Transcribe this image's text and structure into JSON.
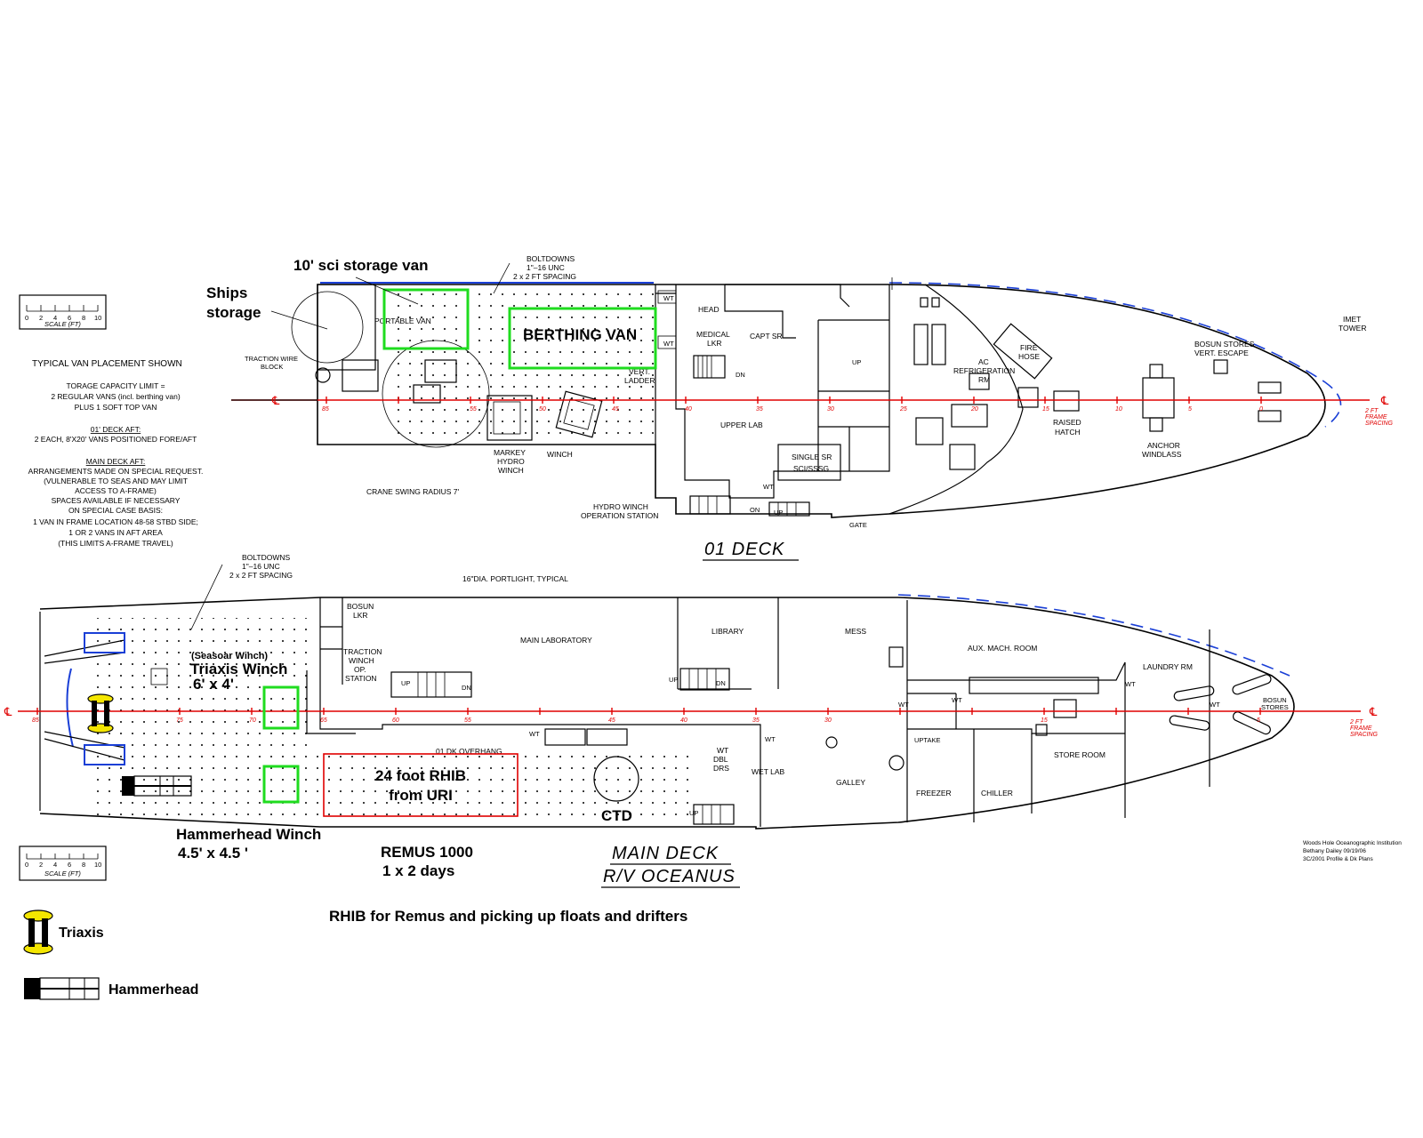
{
  "annotations": {
    "sci_storage_van": "10' sci storage van",
    "ships_storage_1": "Ships",
    "ships_storage_2": "storage",
    "berthing_van": "BERTHING VAN",
    "seasoar_winch": "(Seasoar Winch)",
    "triaxis_winch": "Triaxis Winch",
    "triaxis_size": "6' x 4'",
    "rhib_1": "24 foot RHIB",
    "rhib_2": "from URI",
    "ctd": "CTD",
    "hammerhead_winch": "Hammerhead Winch",
    "hammerhead_size": "4.5' x 4.5 '",
    "remus_1": "REMUS 1000",
    "remus_2": "1 x 2 days",
    "rhib_purpose": "RHIB for Remus and picking up floats and drifters"
  },
  "legend": {
    "triaxis": "Triaxis",
    "hammerhead": "Hammerhead"
  },
  "scale_bar": {
    "ticks": [
      "0",
      "2",
      "4",
      "6",
      "8",
      "10"
    ],
    "label": "SCALE (FT)"
  },
  "notes": {
    "van_placement": "TYPICAL VAN PLACEMENT SHOWN",
    "lines": [
      "TORAGE CAPACITY LIMIT =",
      "2 REGULAR VANS (incl. berthing van)",
      "PLUS 1 SOFT TOP VAN",
      "01' DECK AFT:",
      "2 EACH, 8'X20' VANS POSITIONED FORE/AFT",
      "MAIN DECK AFT:",
      "ARRANGEMENTS MADE ON SPECIAL REQUEST.",
      "(VULNERABLE TO SEAS AND MAY LIMIT",
      "ACCESS TO A-FRAME)",
      "SPACES AVAILABLE IF NECESSARY",
      "ON SPECIAL CASE BASIS:",
      "1 VAN IN FRAME LOCATION 48-58 STBD SIDE;",
      "1 OR 2 VANS IN AFT AREA",
      "(THIS LIMITS A-FRAME TRAVEL)"
    ]
  },
  "deck01": {
    "title": "01  DECK",
    "boltdowns": [
      "BOLTDOWNS",
      "1\"–16 UNC",
      "2 x 2 FT SPACING"
    ],
    "labels": {
      "portable_van": "PORTABLE VAN",
      "traction_wire_1": "TRACTION WIRE",
      "traction_wire_2": "BLOCK",
      "crane_swing": "CRANE SWING RADIUS 7'",
      "markey_1": "MARKEY",
      "markey_2": "HYDRO",
      "markey_3": "WINCH",
      "winch": "WINCH",
      "hydro_station_1": "HYDRO WINCH",
      "hydro_station_2": "OPERATION STATION",
      "vert_ladder_1": "VERT.",
      "vert_ladder_2": "LADDER",
      "head": "HEAD",
      "medical_1": "MEDICAL",
      "medical_2": "LKR",
      "capt_sr": "CAPT SR",
      "upper_lab": "UPPER LAB",
      "single_sr_1": "SINGLE SR",
      "single_sr_2": "SCI/SSSG",
      "ac_ref_1": "AC",
      "ac_ref_2": "REFRIGERATION",
      "ac_ref_3": "RM",
      "fire_hose_1": "FIRE",
      "fire_hose_2": "HOSE",
      "raised_hatch_1": "RAISED",
      "raised_hatch_2": "HATCH",
      "bosun_stores_1": "BOSUN STORES",
      "bosun_stores_2": "VERT. ESCAPE",
      "anchor_1": "ANCHOR",
      "anchor_2": "WINDLASS",
      "imet_1": "IMET",
      "imet_2": "TOWER",
      "up": "UP",
      "dn": "DN",
      "on": "ON",
      "wt": "WT",
      "gate": "GATE",
      "frame_spacing_1": "2 FT",
      "frame_spacing_2": "FRAME",
      "frame_spacing_3": "SPACING",
      "centerline": "℄"
    },
    "frames": [
      "85",
      "65",
      "55",
      "50",
      "45",
      "40",
      "35",
      "30",
      "25",
      "20",
      "15",
      "10",
      "5",
      "0"
    ]
  },
  "main_deck": {
    "title_1": "MAIN  DECK",
    "title_2": "R/V OCEANUS",
    "boltdowns": [
      "BOLTDOWNS",
      "1\"–16 UNC",
      "2 x 2 FT SPACING"
    ],
    "portlight": "16\"DIA. PORTLIGHT, TYPICAL",
    "labels": {
      "bosun_lkr_1": "BOSUN",
      "bosun_lkr_2": "LKR",
      "traction_1": "TRACTION",
      "traction_2": "WINCH",
      "traction_3": "OP.",
      "traction_4": "STATION",
      "main_lab": "MAIN LABORATORY",
      "library": "LIBRARY",
      "mess": "MESS",
      "aux_mach": "AUX. MACH. ROOM",
      "laundry": "LAUNDRY RM",
      "bosun_stores_1": "BOSUN",
      "bosun_stores_2": "STORES",
      "overhang": "01 DK OVERHANG",
      "wt_dbl_1": "WT",
      "wt_dbl_2": "DBL",
      "wt_dbl_3": "DRS",
      "wet_lab": "WET LAB",
      "galley": "GALLEY",
      "uptake": "UPTAKE",
      "freezer": "FREEZER",
      "chiller": "CHILLER",
      "store_room": "STORE ROOM",
      "up": "UP",
      "dn": "DN",
      "wt": "WT",
      "frame_spacing_1": "2 FT",
      "frame_spacing_2": "FRAME",
      "frame_spacing_3": "SPACING",
      "centerline": "℄"
    },
    "frames": [
      "85",
      "75",
      "70",
      "65",
      "60",
      "55",
      "45",
      "40",
      "35",
      "30",
      "15",
      "5"
    ]
  },
  "credits": {
    "line1": "Woods Hole Oceanographic Institution",
    "line2": "Bethany Dailey        09/19/06",
    "line3": "3C/2001 Profile & Dk Plans"
  },
  "colors": {
    "centerline": "#e00000",
    "van_outline": "#1fdc1f",
    "rhib_outline": "#e00000",
    "hull_dash": "#1a3fd6",
    "legend_yellow": "#f4e600"
  }
}
